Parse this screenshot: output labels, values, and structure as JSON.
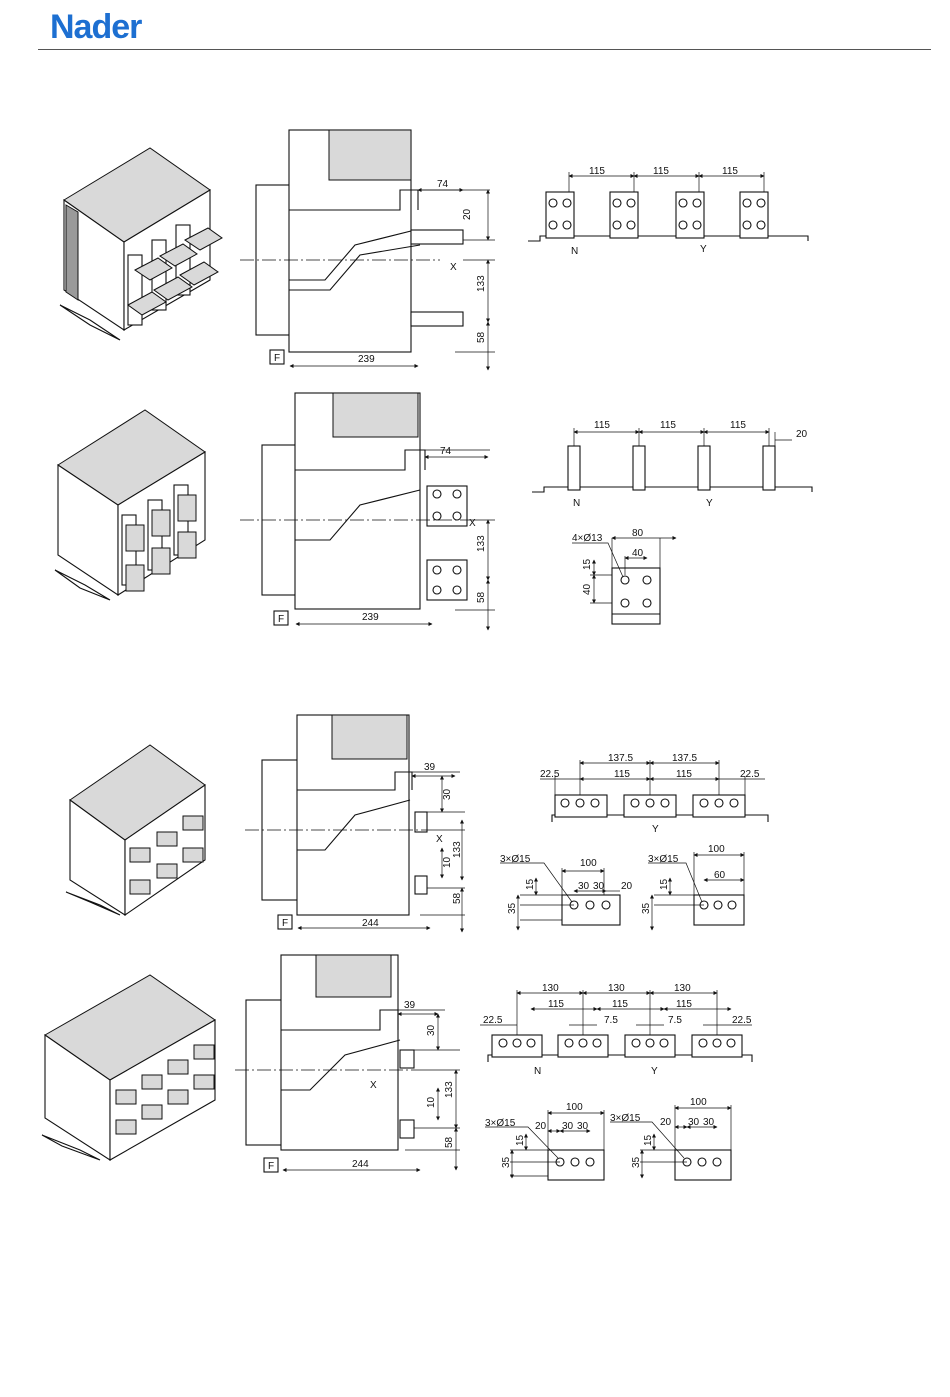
{
  "header": {
    "logo_text": "Nader",
    "logo_color": "#1d6fd1"
  },
  "row1": {
    "side": {
      "d74": "74",
      "d20": "20",
      "d133": "133",
      "d58": "58",
      "d239": "239",
      "axis_x": "X",
      "ref_f": "F"
    },
    "terminals": {
      "p1": "115",
      "p2": "115",
      "p3": "115",
      "label_n": "N",
      "label_y": "Y"
    }
  },
  "row2": {
    "side": {
      "d74": "74",
      "d133": "133",
      "d58": "58",
      "d239": "239",
      "axis_x": "X",
      "ref_f": "F"
    },
    "terminals": {
      "p1": "115",
      "p2": "115",
      "p3": "115",
      "thick": "20",
      "label_n": "N",
      "label_y": "Y"
    },
    "pad": {
      "holes": "4×Ø13",
      "w80": "80",
      "w40": "40",
      "v15": "15",
      "v40": "40"
    }
  },
  "row3": {
    "side": {
      "d39": "39",
      "d30": "30",
      "d133": "133",
      "d10": "10",
      "d58": "58",
      "d244": "244",
      "axis_x": "X",
      "ref_f": "F"
    },
    "terminals": {
      "a1": "137.5",
      "a2": "137.5",
      "b1": "115",
      "b2": "115",
      "e1": "22.5",
      "e2": "22.5",
      "label_y": "Y"
    },
    "pad_a": {
      "holes": "3×Ø15",
      "w100": "100",
      "s1": "30",
      "s2": "30",
      "off": "20",
      "v15": "15",
      "v35": "35"
    },
    "pad_b": {
      "holes": "3×Ø15",
      "w100": "100",
      "w60": "60",
      "v15": "15",
      "v35": "35"
    }
  },
  "row4": {
    "side": {
      "d39": "39",
      "d30": "30",
      "d133": "133",
      "d10": "10",
      "d58": "58",
      "d244": "244",
      "axis_x": "X",
      "ref_f": "F"
    },
    "terminals": {
      "a1": "130",
      "a2": "130",
      "a3": "130",
      "b1": "115",
      "b2": "115",
      "b3": "115",
      "e1": "22.5",
      "e2": "22.5",
      "m1": "7.5",
      "m2": "7.5",
      "label_n": "N",
      "label_y": "Y"
    },
    "pad_a": {
      "holes": "3×Ø15",
      "w100": "100",
      "off": "20",
      "s1": "30",
      "s2": "30",
      "v15": "15",
      "v35": "35"
    },
    "pad_b": {
      "holes": "3×Ø15",
      "w100": "100",
      "off": "20",
      "s1": "30",
      "s2": "30",
      "v15": "15",
      "v35": "35"
    }
  }
}
